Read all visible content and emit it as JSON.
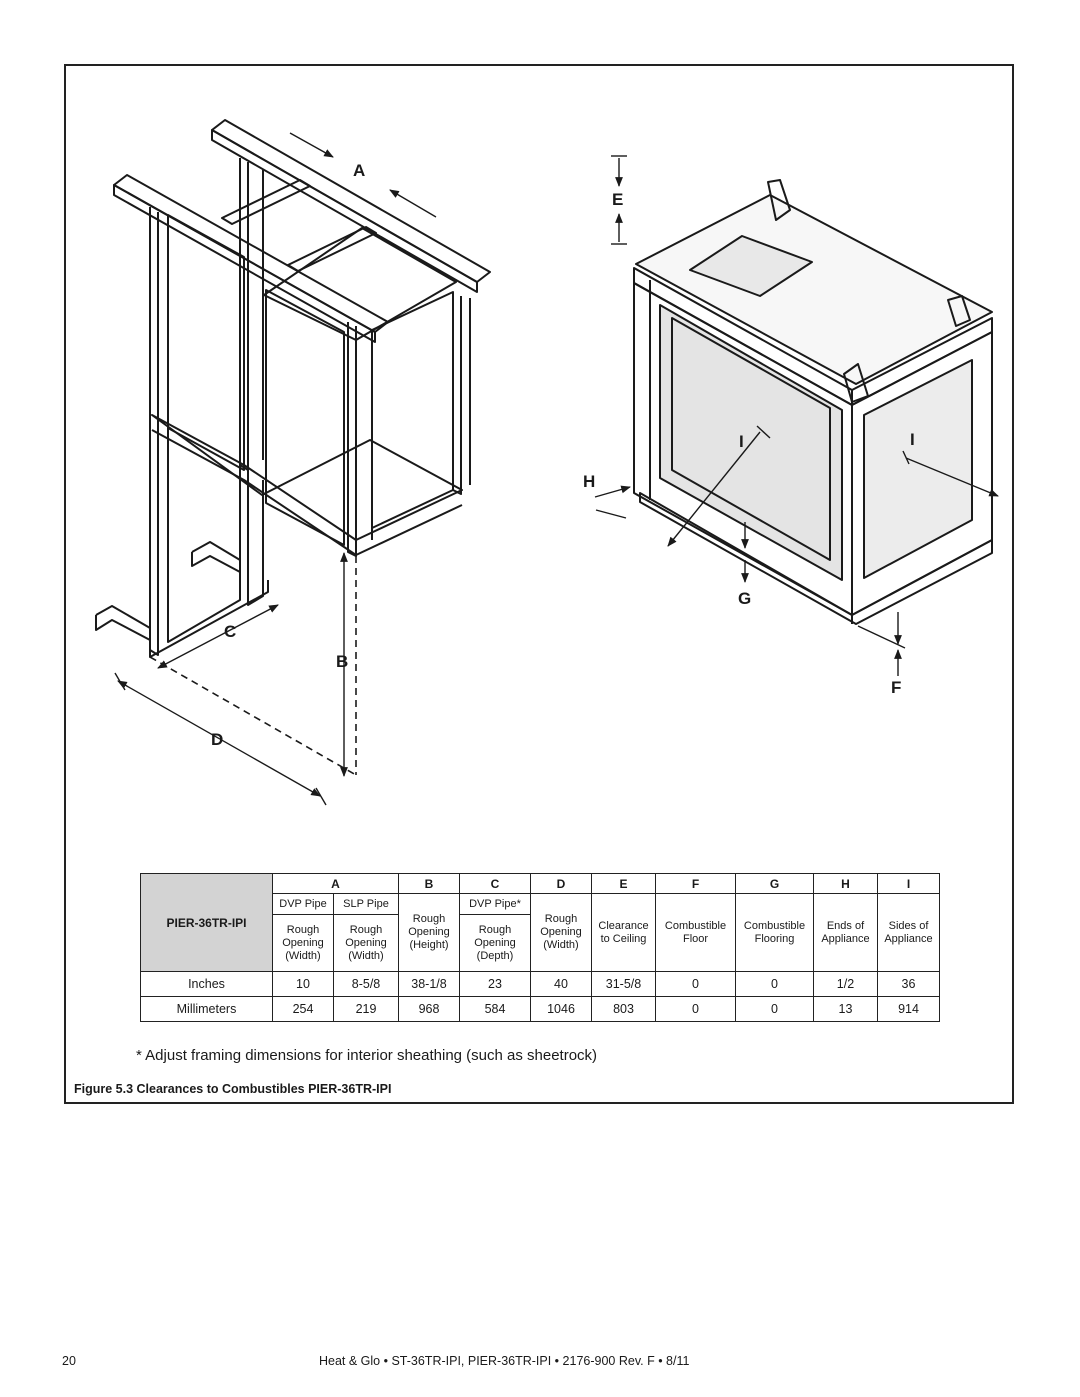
{
  "diagram": {
    "labels": [
      "A",
      "B",
      "C",
      "D",
      "E",
      "F",
      "G",
      "H",
      "I",
      "I"
    ]
  },
  "table": {
    "model": "PIER-36TR-IPI",
    "columns": [
      "A",
      "B",
      "C",
      "D",
      "E",
      "F",
      "G",
      "H",
      "I"
    ],
    "a_sub": [
      "DVP Pipe",
      "SLP Pipe"
    ],
    "c_sub": "DVP Pipe*",
    "a_desc": [
      "Rough\nOpening\n(Width)",
      "Rough\nOpening\n(Width)"
    ],
    "c_desc": "Rough\nOpening\n(Depth)",
    "b_desc": "Rough\nOpening\n(Height)",
    "d_desc": "Rough\nOpening\n(Width)",
    "e_desc": "Clearance\nto Ceiling",
    "f_desc": "Combustible\nFloor",
    "g_desc": "Combustible\nFlooring",
    "h_desc": "Ends of\nAppliance",
    "i_desc": "Sides of\nAppliance",
    "rows": [
      {
        "label": "Inches",
        "values": [
          "10",
          "8-5/8",
          "38-1/8",
          "23",
          "40",
          "31-5/8",
          "0",
          "0",
          "1/2",
          "36"
        ]
      },
      {
        "label": "Millimeters",
        "values": [
          "254",
          "219",
          "968",
          "584",
          "1046",
          "803",
          "0",
          "0",
          "13",
          "914"
        ]
      }
    ]
  },
  "footnote": "* Adjust framing dimensions for interior sheathing (such as sheetrock)",
  "caption": "Figure 5.3  Clearances to Combustibles PIER-36TR-IPI",
  "page_number": "20",
  "footer": "Heat & Glo  •  ST-36TR-IPI, PIER-36TR-IPI  •  2176-900 Rev. F  •  8/11"
}
